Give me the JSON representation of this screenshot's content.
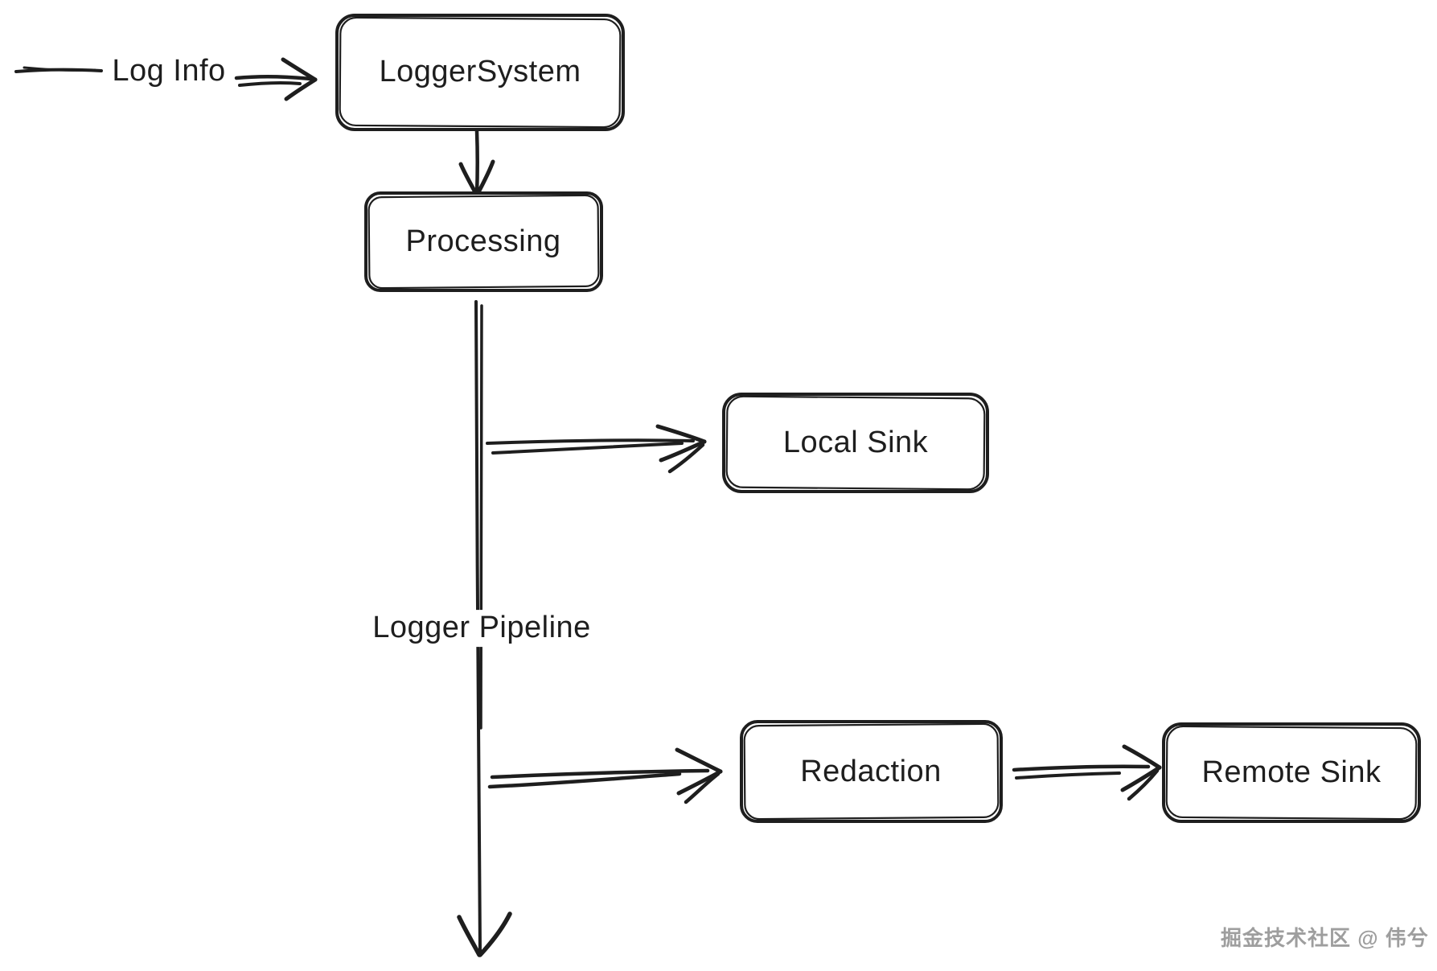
{
  "diagram": {
    "background_color": "#ffffff",
    "stroke_color": "#1e1e1e",
    "nodes": {
      "logger_system": {
        "label": "LoggerSystem"
      },
      "processing": {
        "label": "Processing"
      },
      "local_sink": {
        "label": "Local Sink"
      },
      "redaction": {
        "label": "Redaction"
      },
      "remote_sink": {
        "label": "Remote Sink"
      }
    },
    "labels": {
      "log_info": {
        "text": "Log Info"
      },
      "logger_pipeline": {
        "text": "Logger Pipeline"
      }
    },
    "watermark": {
      "text": "掘金技术社区 @ 伟兮",
      "color": "#9e9e9e"
    }
  }
}
